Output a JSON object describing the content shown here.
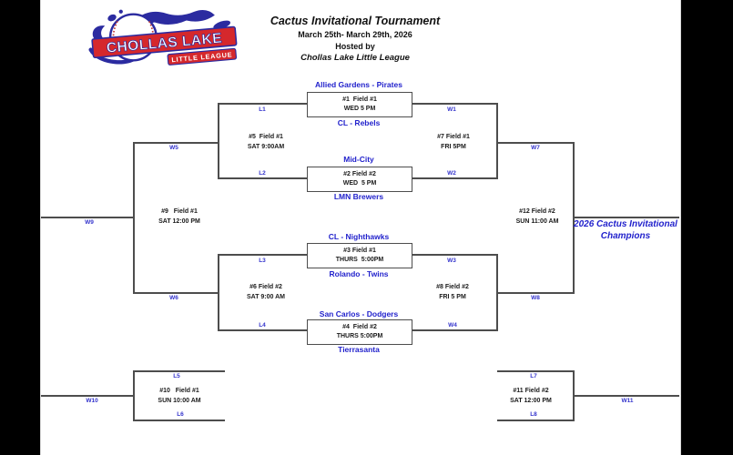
{
  "header": {
    "title": "Cactus Invitational Tournament",
    "date_range": "March 25th- March 29th, 2026",
    "hosted_by": "Hosted by",
    "host_name": "Chollas Lake Little League"
  },
  "logo": {
    "primary_text": "CHOLLAS LAKE",
    "secondary_text": "LITTLE LEAGUE"
  },
  "champion": {
    "line1": "2026 Cactus Invitational",
    "line2": "Champions"
  },
  "colors": {
    "team_name_blue": "#2222CC",
    "slot_label_blue": "#3333CC",
    "bracket_line_gray": "#4D4D4D",
    "logo_red": "#D5282C",
    "logo_blue": "#2B2BA0"
  },
  "games": {
    "g1": {
      "number_field": "#1  Field #1",
      "time": "WED 5 PM",
      "top_team": "Allied Gardens - Pirates",
      "bottom_team": "CL - Rebels"
    },
    "g2": {
      "number_field": "#2 Field #2",
      "time": "WED  5 PM",
      "top_team": "Mid-City",
      "bottom_team": "LMN Brewers"
    },
    "g3": {
      "number_field": "#3 Field #1",
      "time": "THURS  5:00PM",
      "top_team": "CL - Nighthawks",
      "bottom_team": "Rolando - Twins"
    },
    "g4": {
      "number_field": "#4  Field #2",
      "time": "THURS 5:00PM",
      "top_team": "San Carlos - Dodgers",
      "bottom_team": "Tierrasanta"
    },
    "g5": {
      "number_field": "#5  Field #1",
      "time": "SAT 9:00AM",
      "top_slot": "L1",
      "bottom_slot": "L2",
      "winner_to": "W5"
    },
    "g6": {
      "number_field": "#6 Field #2",
      "time": "SAT 9:00 AM",
      "top_slot": "L3",
      "bottom_slot": "L4",
      "winner_to": "W6"
    },
    "g7": {
      "number_field": "#7 Field #1",
      "time": "FRI 5PM",
      "top_slot": "W1",
      "bottom_slot": "W2",
      "winner_to": "W7"
    },
    "g8": {
      "number_field": "#8 Field #2",
      "time": "FRI 5 PM",
      "top_slot": "W3",
      "bottom_slot": "W4",
      "winner_to": "W8"
    },
    "g9": {
      "number_field": "#9   Field #1",
      "time": "SAT 12:00 PM",
      "winner_to": "W9"
    },
    "g10": {
      "number_field": "#10   Field #1",
      "time": "SUN 10:00 AM",
      "top_slot": "L5",
      "bottom_slot": "L6",
      "winner_to": "W10"
    },
    "g11": {
      "number_field": "#11 Field #2",
      "time": "SAT 12:00 PM",
      "top_slot": "L7",
      "bottom_slot": "L8",
      "winner_to": "W11"
    },
    "g12": {
      "number_field": "#12 Field #2",
      "time": "SUN 11:00 AM"
    }
  }
}
